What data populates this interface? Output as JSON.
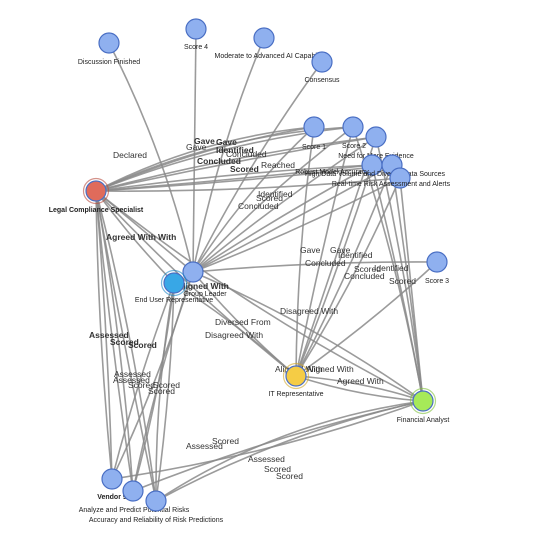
{
  "colors": {
    "default_node": "#8fb0ef",
    "legal": "#e06b5b",
    "end_user": "#38a7e6",
    "it_rep": "#f5cc45",
    "financial": "#a6ea58",
    "edge": "#8a8a8a"
  },
  "nodes": [
    {
      "id": "discussion",
      "label": "Discussion Finished"
    },
    {
      "id": "score4",
      "label": "Score 4"
    },
    {
      "id": "moderate",
      "label": "Moderate to Advanced AI Capability"
    },
    {
      "id": "consensus",
      "label": "Consensus"
    },
    {
      "id": "score1",
      "label": "Score 1"
    },
    {
      "id": "score2",
      "label": "Score 2"
    },
    {
      "id": "need_evidence",
      "label": "Need for More Evidence"
    },
    {
      "id": "legal",
      "label": "Legal Compliance Specialist",
      "emphasis": true
    },
    {
      "id": "robust",
      "label": "Robust Model Accuracy"
    },
    {
      "id": "diverse",
      "label": "High Data Volume and Diverse Data Sources"
    },
    {
      "id": "realtime",
      "label": "Real-time Risk Assessment and Alerts"
    },
    {
      "id": "group_leader",
      "label": "Group Leader"
    },
    {
      "id": "end_user",
      "label": "End User Representative"
    },
    {
      "id": "score3",
      "label": "Score 3"
    },
    {
      "id": "it_rep",
      "label": "IT Representative"
    },
    {
      "id": "financial",
      "label": "Financial Analyst"
    },
    {
      "id": "vendor9",
      "label": "Vendor 9",
      "emphasis": true
    },
    {
      "id": "analyze",
      "label": "Analyze and Predict Potential Risks"
    },
    {
      "id": "accuracy",
      "label": "Accuracy and Reliability of Risk Predictions"
    }
  ],
  "edge_labels": [
    {
      "text": "Declared"
    },
    {
      "text": "Gave",
      "bold": true
    },
    {
      "text": "Gave",
      "bold": true
    },
    {
      "text": "Gave"
    },
    {
      "text": "Identified",
      "bold": true
    },
    {
      "text": "Concluded"
    },
    {
      "text": "Concluded",
      "bold": true
    },
    {
      "text": "Scored",
      "bold": true
    },
    {
      "text": "Reached"
    },
    {
      "text": "Identified"
    },
    {
      "text": "Scored"
    },
    {
      "text": "Concluded"
    },
    {
      "text": "Agreed With",
      "bold": true
    },
    {
      "text": "With",
      "bold": true
    },
    {
      "text": "Aligned With",
      "bold": true
    },
    {
      "text": "Diversed From"
    },
    {
      "text": "Disagreed With"
    },
    {
      "text": "Disagreed With"
    },
    {
      "text": "Assessed",
      "bold": true
    },
    {
      "text": "Scored",
      "bold": true
    },
    {
      "text": "Scored",
      "bold": true
    },
    {
      "text": "Assessed"
    },
    {
      "text": "Assessed"
    },
    {
      "text": "Scored"
    },
    {
      "text": "Scored"
    },
    {
      "text": "Scored"
    },
    {
      "text": "Gave"
    },
    {
      "text": "Gave"
    },
    {
      "text": "Concluded"
    },
    {
      "text": "Identified"
    },
    {
      "text": "Scored"
    },
    {
      "text": "Identified"
    },
    {
      "text": "Concluded"
    },
    {
      "text": "Scored"
    },
    {
      "text": "Aligned With"
    },
    {
      "text": "Aligned With"
    },
    {
      "text": "Agreed With"
    },
    {
      "text": "Assessed"
    },
    {
      "text": "Scored"
    },
    {
      "text": "Assessed"
    },
    {
      "text": "Scored"
    },
    {
      "text": "Scored"
    }
  ]
}
